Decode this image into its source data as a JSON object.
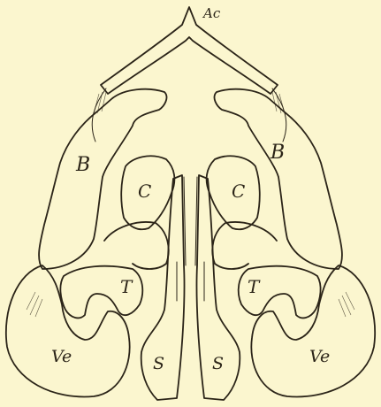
{
  "figure": {
    "background": "#fbf6cf",
    "ink": "#2b2418",
    "labels": {
      "ac": "Ac",
      "b_left": "B",
      "b_right": "B",
      "c_left": "C",
      "c_right": "C",
      "t_left": "T",
      "t_right": "T",
      "s_left": "S",
      "s_right": "S",
      "ve_left": "Ve",
      "ve_right": "Ve"
    }
  }
}
